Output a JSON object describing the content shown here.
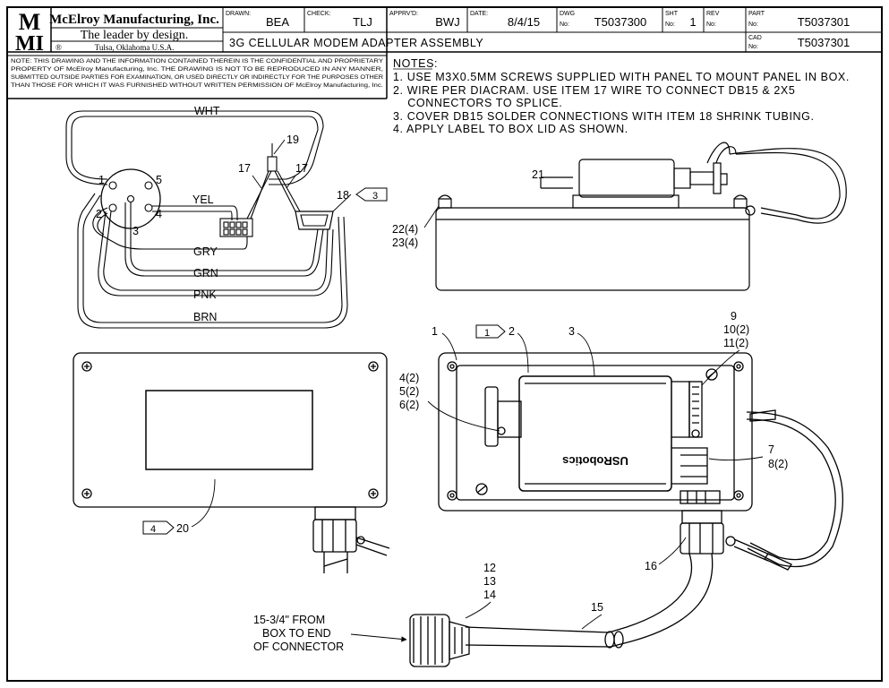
{
  "title_block": {
    "company_initials_top": "M",
    "company_initials_bottom": "MI",
    "company_name": "McElroy Manufacturing, Inc.",
    "slogan": "The leader by design.",
    "registered": "®",
    "location": "Tulsa, Oklahoma U.S.A.",
    "drawn_label": "DRAWN:",
    "drawn_value": "BEA",
    "check_label": "CHECK:",
    "check_value": "TLJ",
    "apprvd_label": "APPRV'D:",
    "apprvd_value": "BWJ",
    "date_label": "DATE:",
    "date_value": "8/4/15",
    "dwg_label_1": "DWG",
    "dwg_label_2": "No:",
    "dwg_value": "T5037300",
    "sht_label_1": "SHT",
    "sht_label_2": "No:",
    "sht_value": "1",
    "rev_label_1": "REV",
    "rev_label_2": "No:",
    "rev_value": "",
    "part_label_1": "PART",
    "part_label_2": "No:",
    "part_value": "T5037301",
    "cad_label_1": "CAD",
    "cad_label_2": "No:",
    "cad_value": "T5037301",
    "drawing_title": "3G CELLULAR MODEM ADAPTER ASSEMBLY"
  },
  "confidential": [
    "NOTE: THIS DRAWING AND THE INFORMATION CONTAINED THEREIN IS THE CONFIDENTIAL AND PROPRIETARY",
    "PROPERTY OF McElroy Manufacturing, Inc. THE DRAWING IS NOT TO BE REPRODUCED IN ANY MANNER,",
    "SUBMITTED OUTSIDE PARTIES FOR EXAMINATION, OR USED DIRECTLY OR INDIRECTLY FOR THE PURPOSES OTHER",
    "THAN THOSE FOR WHICH IT WAS FURNISHED WITHOUT WRITTEN PERMISSION OF McElroy Manufacturing, Inc."
  ],
  "notes": {
    "heading": "NOTES:",
    "lines": [
      "1. USE M3X0.5MM SCREWS SUPPLIED WITH PANEL TO MOUNT PANEL IN BOX.",
      "2. WIRE PER DIACRAM. USE ITEM 17 WIRE TO CONNECT DB15 & 2X5",
      "    CONNECTORS TO SPLICE.",
      "3. COVER DB15 SOLDER CONNECTIONS WITH ITEM 18 SHRINK TUBING.",
      "4. APPLY LABEL TO BOX LID AS SHOWN."
    ]
  },
  "wiring": {
    "wire_labels": [
      "WHT",
      "YEL",
      "GRY",
      "GRN",
      "PNK",
      "BRN"
    ],
    "pin_labels": [
      "1",
      "5",
      "2",
      "4",
      "3"
    ],
    "callouts": [
      "19",
      "17",
      "17",
      "18"
    ],
    "note_flag": "3"
  },
  "side_view": {
    "callouts": [
      "21",
      "22(4)",
      "23(4)"
    ]
  },
  "lid_view": {
    "note_flag": "4",
    "callout": "20"
  },
  "top_view": {
    "callouts": [
      "1",
      "2",
      "3",
      "9",
      "10(2)",
      "11(2)",
      "4(2)",
      "5(2)",
      "6(2)",
      "7",
      "8(2)",
      "16"
    ],
    "note_flag": "1",
    "modem_brand": "USRobotics"
  },
  "cable": {
    "callouts": [
      "12",
      "13",
      "14",
      "15"
    ],
    "dimension_note": [
      "15-3/4\" FROM",
      "BOX TO END",
      "OF CONNECTOR"
    ]
  }
}
